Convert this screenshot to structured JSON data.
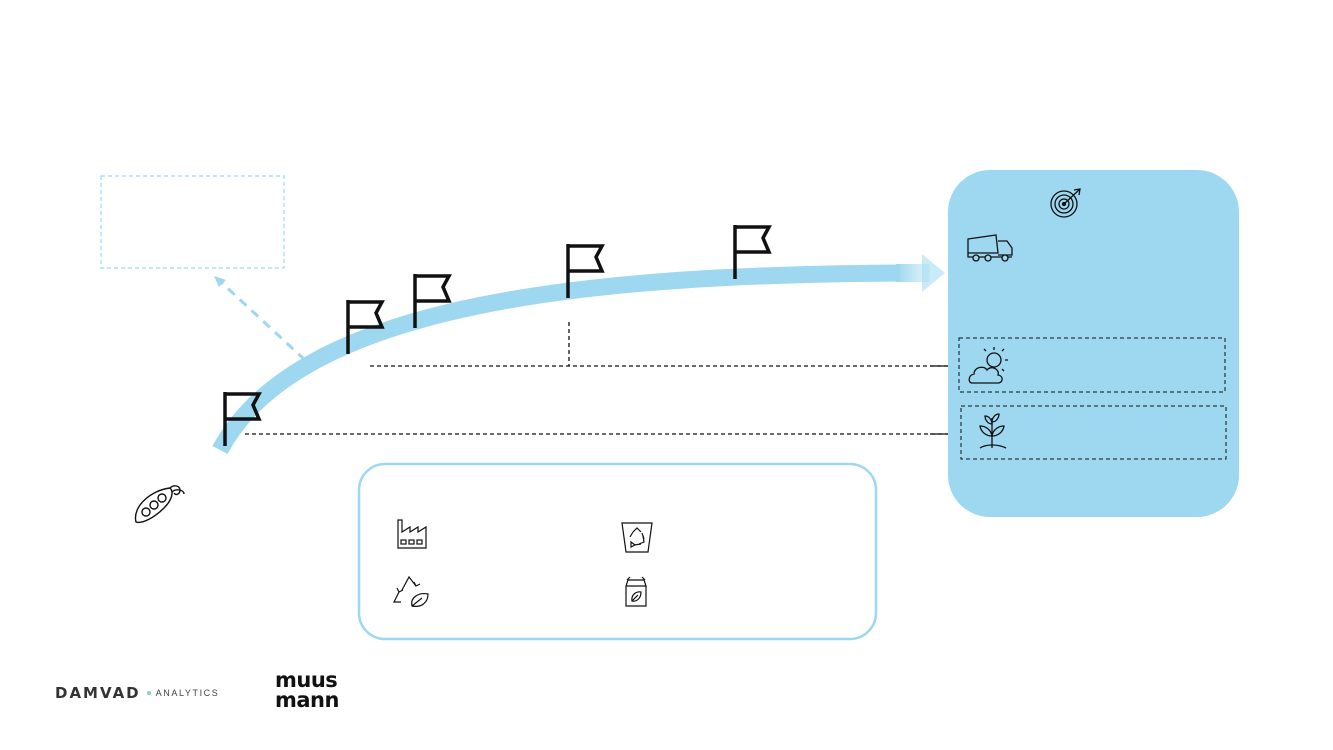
{
  "diagram": {
    "colors": {
      "accent": "#9dd8f0",
      "border": "#8fcde8",
      "ink": "#111111"
    },
    "milestones": [
      {
        "icon": "flag-icon"
      },
      {
        "icon": "flag-icon"
      },
      {
        "icon": "flag-icon"
      },
      {
        "icon": "flag-icon"
      },
      {
        "icon": "flag-icon"
      }
    ],
    "goal_panel": {
      "icons": [
        "target-icon",
        "truck-icon"
      ],
      "boxes": [
        {
          "icon": "sun-cloud-icon"
        },
        {
          "icon": "sprout-icon"
        }
      ]
    },
    "center_box": {
      "icons": [
        "factory-icon",
        "recycle-bin-icon",
        "recycle-leaf-icon",
        "bio-bag-icon"
      ]
    },
    "start_icon": "pea-pod-icon"
  },
  "logos": {
    "damvad": {
      "word": "DAMVAD",
      "sub": "ANALYTICS"
    },
    "muusmann": {
      "line1": "muus",
      "line2": "mann"
    }
  }
}
